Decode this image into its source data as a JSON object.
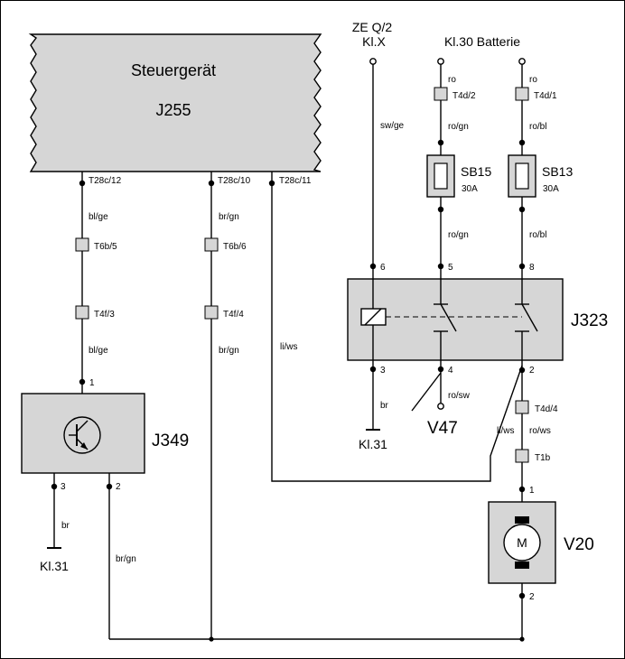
{
  "components": {
    "ecu": {
      "name": "Steuergerät",
      "code": "J255"
    },
    "j349": {
      "code": "J349"
    },
    "j323": {
      "code": "J323"
    },
    "v47": {
      "code": "V47"
    },
    "v20": {
      "code": "V20",
      "motor_symbol": "M"
    },
    "sb15": {
      "code": "SB15",
      "rating": "30A"
    },
    "sb13": {
      "code": "SB13",
      "rating": "30A"
    }
  },
  "terminals": {
    "ze": "ZE Q/2",
    "klx": "Kl.X",
    "kl30": "Kl.30 Batterie",
    "kl31_a": "Kl.31",
    "kl31_b": "Kl.31"
  },
  "pins": {
    "t28c12": "T28c/12",
    "t28c10": "T28c/10",
    "t28c11": "T28c/11",
    "t6b5": "T6b/5",
    "t6b6": "T6b/6",
    "t4f3": "T4f/3",
    "t4f4": "T4f/4",
    "t4d2": "T4d/2",
    "t4d1": "T4d/1",
    "t4d4": "T4d/4",
    "t1b": "T1b",
    "j349_1": "1",
    "j349_3": "3",
    "j349_2": "2",
    "j323_6": "6",
    "j323_5": "5",
    "j323_8": "8",
    "j323_3": "3",
    "j323_4": "4",
    "j323_2": "2",
    "v20_1": "1",
    "v20_2": "2"
  },
  "wires": {
    "blge_1": "bl/ge",
    "blge_2": "bl/ge",
    "brgn_1": "br/gn",
    "brgn_2": "br/gn",
    "brgn_3": "br/gn",
    "liws_1": "li/ws",
    "liws_2": "li/ws",
    "swge": "sw/ge",
    "ro_1": "ro",
    "ro_2": "ro",
    "rogn_1": "ro/gn",
    "rogn_2": "ro/gn",
    "robl_1": "ro/bl",
    "robl_2": "ro/bl",
    "br_1": "br",
    "br_2": "br",
    "rosw": "ro/sw",
    "rows": "ro/ws"
  }
}
